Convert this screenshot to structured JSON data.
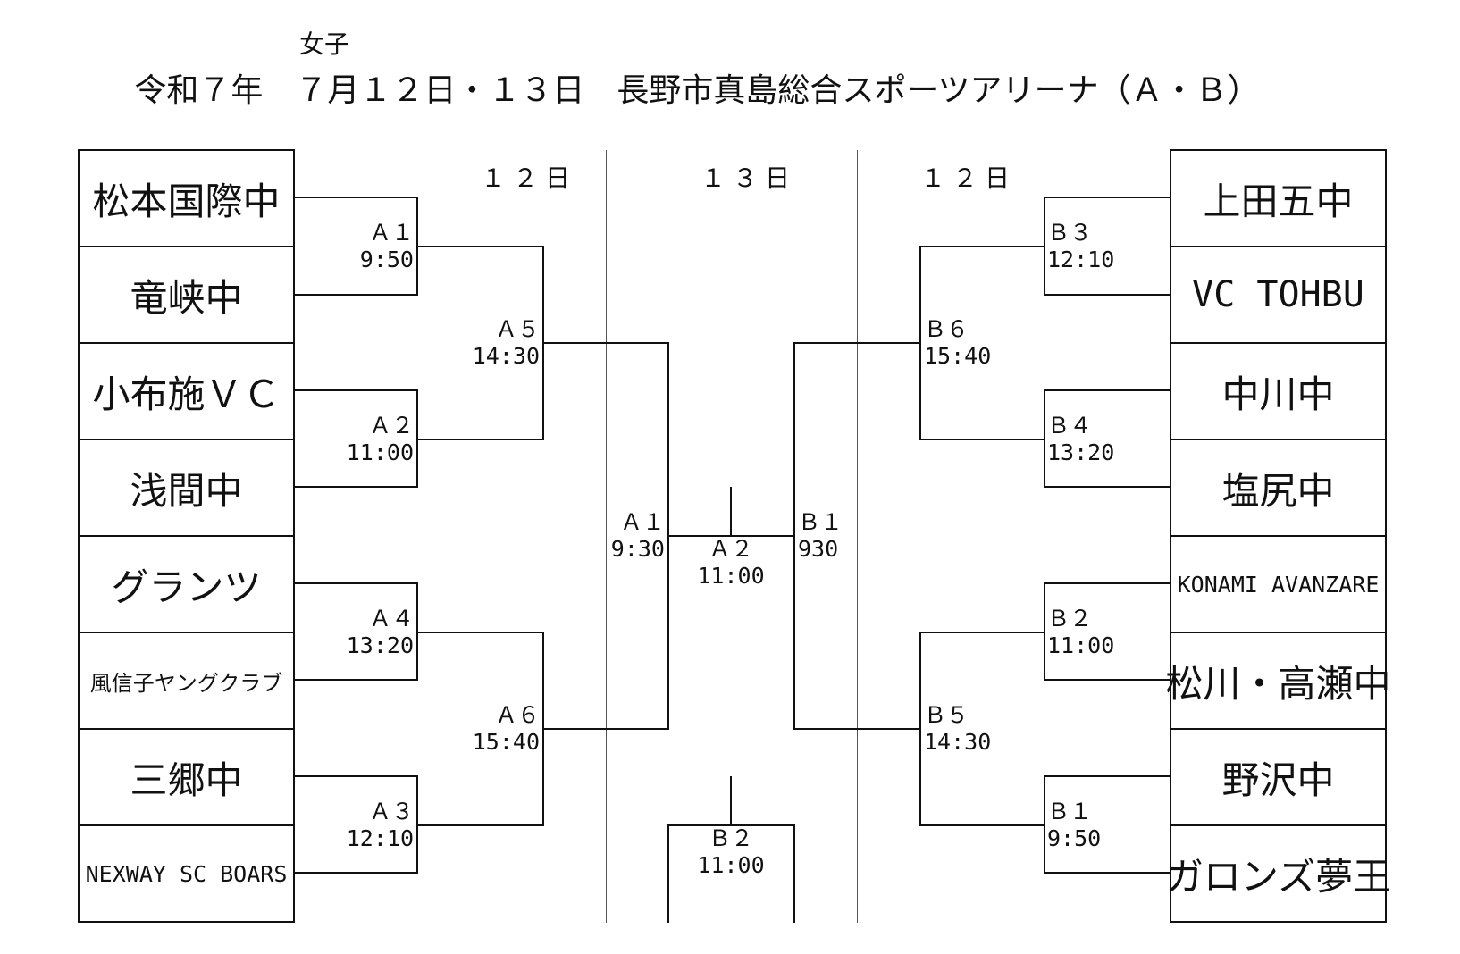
{
  "header": {
    "category": "女子",
    "title": "令和７年　７月１２日・１３日　長野市真島総合スポーツアリーナ（Ａ・Ｂ）"
  },
  "day_headers": [
    "１２日",
    "１３日",
    "１２日"
  ],
  "left_teams": [
    "松本国際中",
    "竜峡中",
    "小布施ＶＣ",
    "浅間中",
    "グランツ",
    "風信子ヤングクラブ",
    "三郷中",
    "NEXWAY SC BOARS"
  ],
  "right_teams": [
    "上田五中",
    "VC TOHBU",
    "中川中",
    "塩尻中",
    "KONAMI AVANZARE",
    "松川・高瀬中",
    "野沢中",
    "ガロンズ夢王"
  ],
  "matches": {
    "a1": {
      "code": "Ａ１",
      "time": "9:50"
    },
    "a2": {
      "code": "Ａ２",
      "time": "11:00"
    },
    "a3": {
      "code": "Ａ３",
      "time": "12:10"
    },
    "a4": {
      "code": "Ａ４",
      "time": "13:20"
    },
    "a5": {
      "code": "Ａ５",
      "time": "14:30"
    },
    "a6": {
      "code": "Ａ６",
      "time": "15:40"
    },
    "b1": {
      "code": "Ｂ１",
      "time": "9:50"
    },
    "b2": {
      "code": "Ｂ２",
      "time": "11:00"
    },
    "b3": {
      "code": "Ｂ３",
      "time": "12:10"
    },
    "b4": {
      "code": "Ｂ４",
      "time": "13:20"
    },
    "b5": {
      "code": "Ｂ５",
      "time": "14:30"
    },
    "b6": {
      "code": "Ｂ６",
      "time": "15:40"
    },
    "semi_left": {
      "code": "Ａ１",
      "time": "9:30"
    },
    "semi_right": {
      "code": "Ｂ１",
      "time": "930"
    },
    "final": {
      "code": "Ａ２",
      "time": "11:00"
    },
    "third": {
      "code": "Ｂ２",
      "time": "11:00"
    }
  }
}
